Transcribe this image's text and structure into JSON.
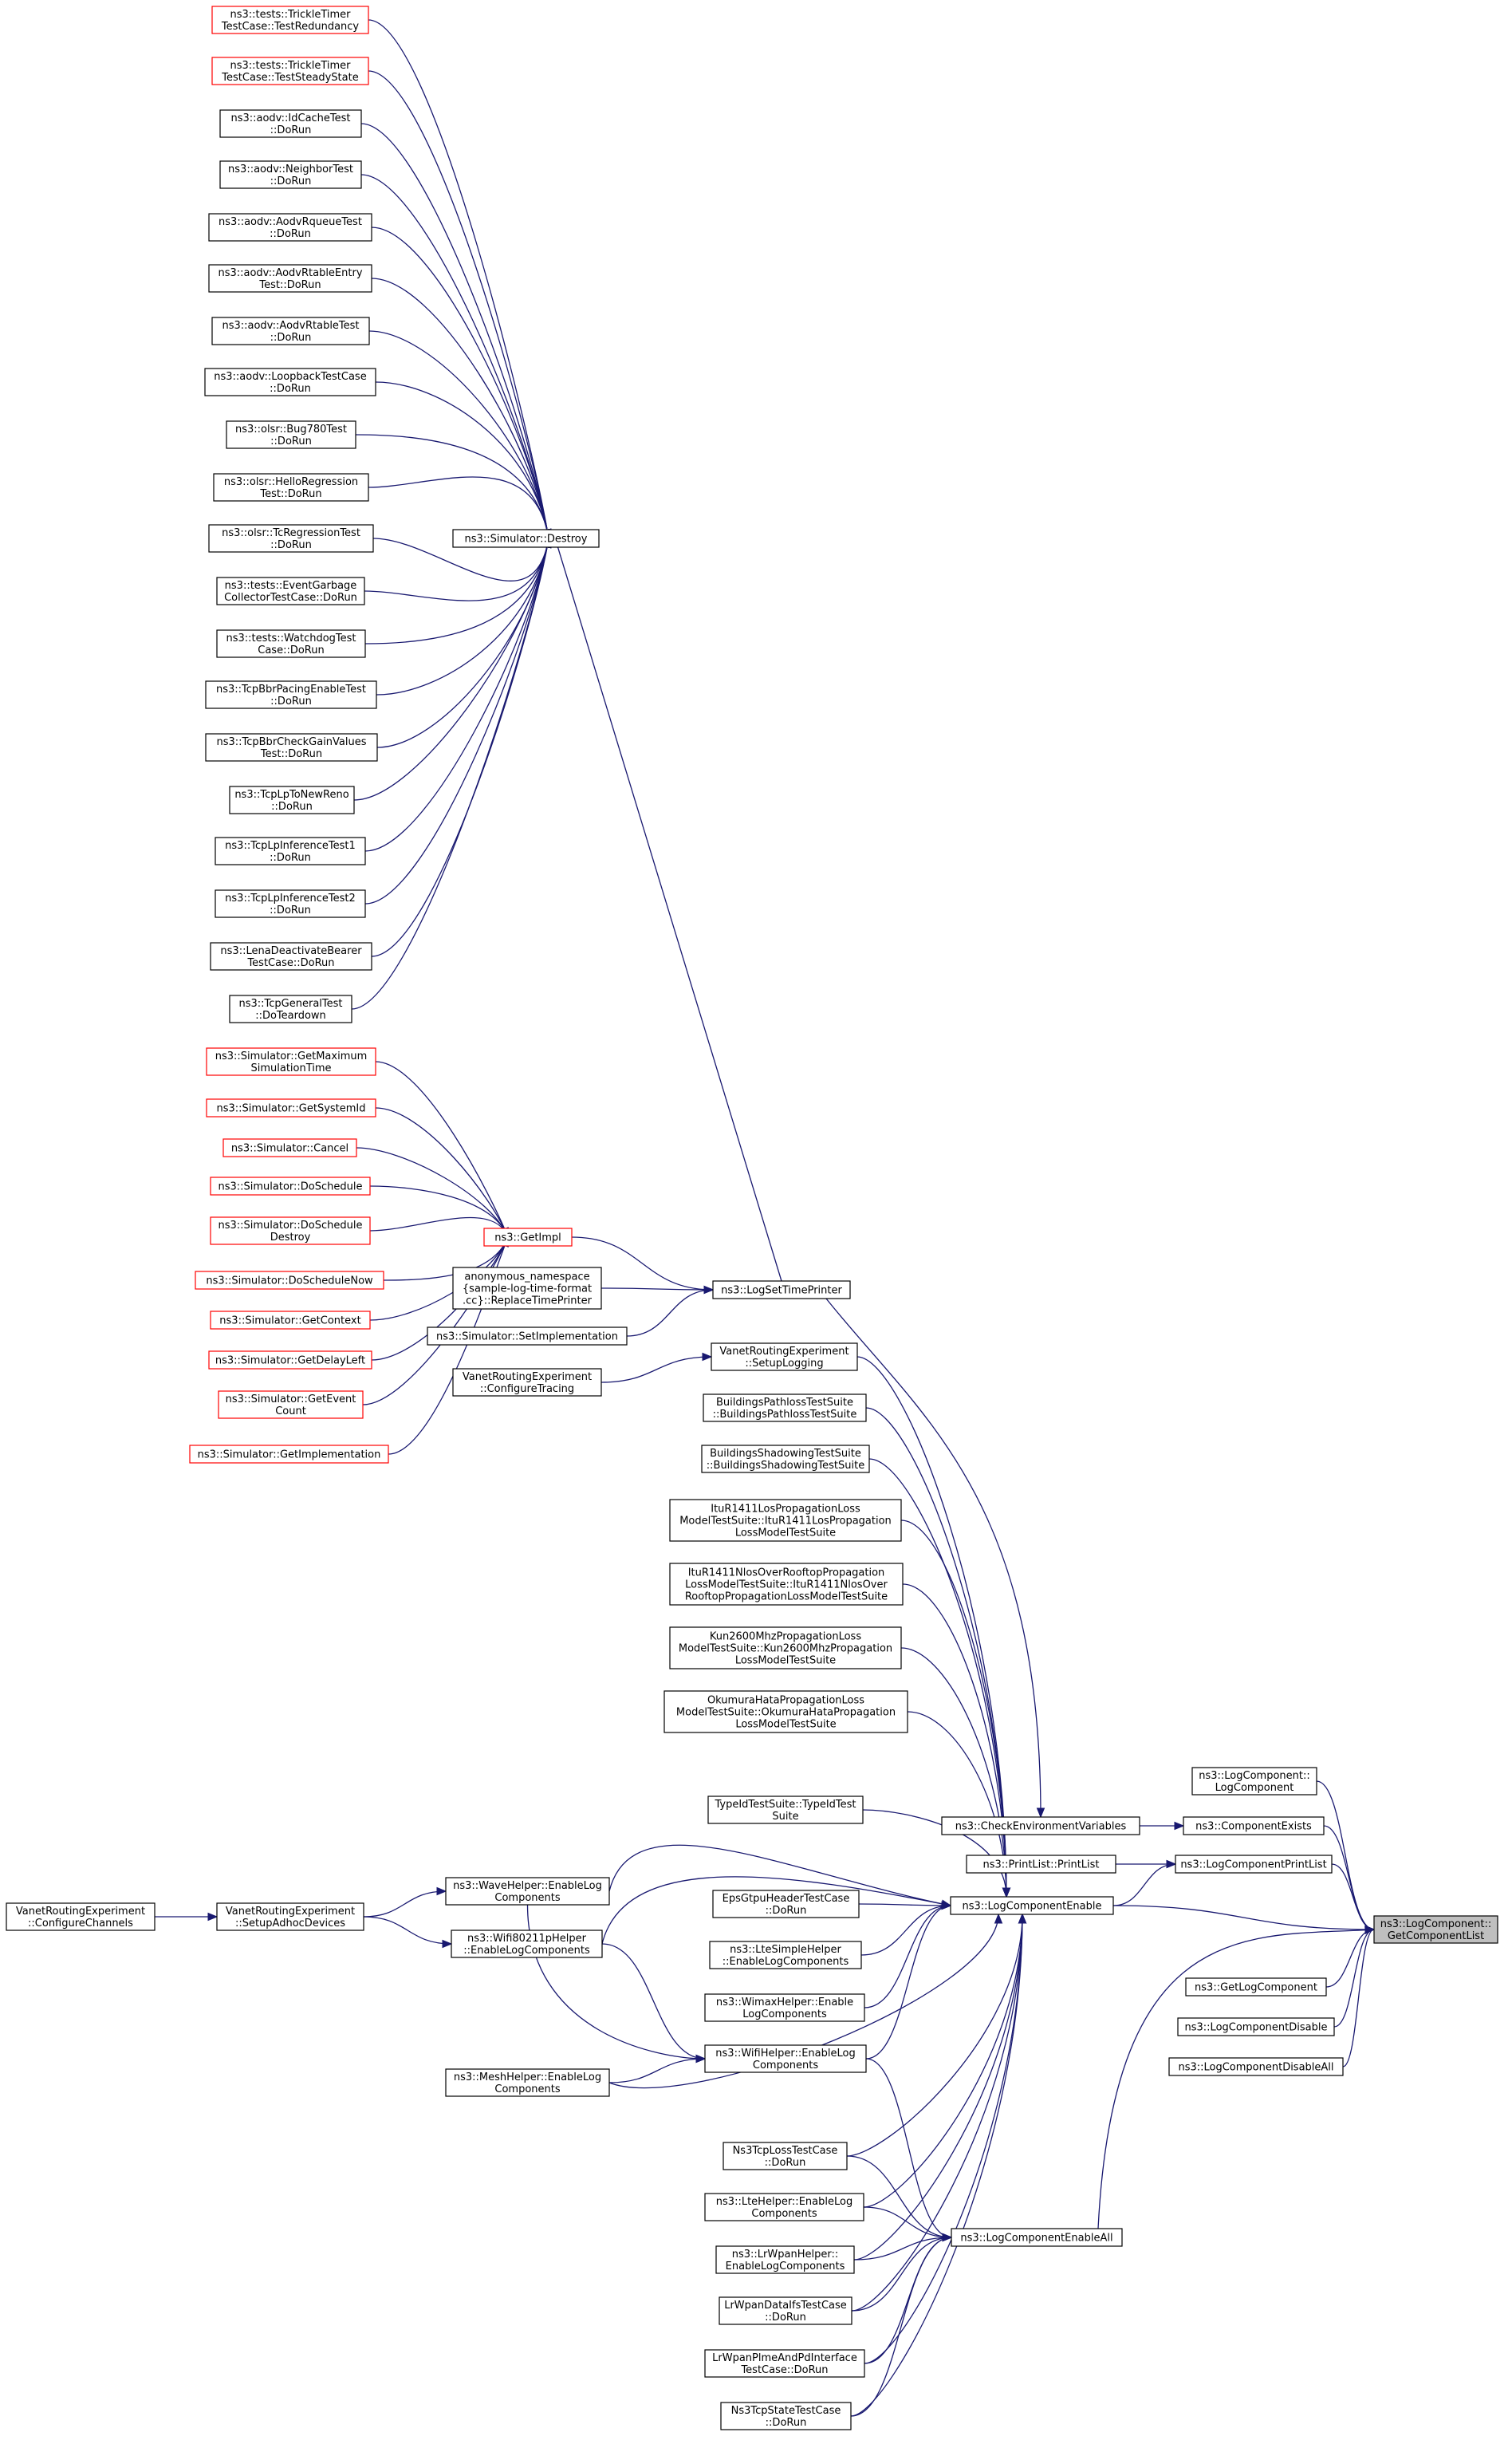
{
  "title": "ns3::LogComponent::GetComponentList",
  "colors": {
    "edge": "#191970",
    "node_border": "#000000",
    "truncated_node_border": "#ff0000",
    "target_fill": "#bfbfbf",
    "background": "#ffffff"
  },
  "nodes": [
    {
      "id": "target",
      "lines": [
        "ns3::LogComponent::",
        "GetComponentList"
      ]
    },
    {
      "id": "lc_ctor",
      "lines": [
        "ns3::LogComponent::",
        "LogComponent"
      ]
    },
    {
      "id": "comp_exists",
      "lines": [
        "ns3::ComponentExists"
      ]
    },
    {
      "id": "print_list_fn",
      "lines": [
        "ns3::LogComponentPrintList"
      ]
    },
    {
      "id": "lce",
      "lines": [
        "ns3::LogComponentEnable"
      ]
    },
    {
      "id": "get_lc",
      "lines": [
        "ns3::GetLogComponent"
      ]
    },
    {
      "id": "lcd",
      "lines": [
        "ns3::LogComponentDisable"
      ]
    },
    {
      "id": "lcda",
      "lines": [
        "ns3::LogComponentDisableAll"
      ]
    },
    {
      "id": "check_env",
      "lines": [
        "ns3::CheckEnvironmentVariables"
      ]
    },
    {
      "id": "printlist",
      "lines": [
        "ns3::PrintList::PrintList"
      ]
    },
    {
      "id": "lcea",
      "lines": [
        "ns3::LogComponentEnableAll"
      ]
    },
    {
      "id": "set_time_printer",
      "lines": [
        "ns3::LogSetTimePrinter"
      ]
    },
    {
      "id": "destroy",
      "lines": [
        "ns3::Simulator::Destroy"
      ]
    },
    {
      "id": "getimpl",
      "lines": [
        "ns3::GetImpl"
      ]
    },
    {
      "id": "anon_replace",
      "lines": [
        "anonymous_namespace",
        "{sample-log-time-format",
        ".cc}::ReplaceTimePrinter"
      ]
    },
    {
      "id": "sim_setimpl",
      "lines": [
        "ns3::Simulator::SetImplementation"
      ]
    },
    {
      "id": "t_redundancy",
      "lines": [
        "ns3::tests::TrickleTimer",
        "TestCase::TestRedundancy"
      ]
    },
    {
      "id": "t_steady",
      "lines": [
        "ns3::tests::TrickleTimer",
        "TestCase::TestSteadyState"
      ]
    },
    {
      "id": "aodv_idcache",
      "lines": [
        "ns3::aodv::IdCacheTest",
        "::DoRun"
      ]
    },
    {
      "id": "aodv_neighbor",
      "lines": [
        "ns3::aodv::NeighborTest",
        "::DoRun"
      ]
    },
    {
      "id": "aodv_rqueue",
      "lines": [
        "ns3::aodv::AodvRqueueTest",
        "::DoRun"
      ]
    },
    {
      "id": "aodv_rtentry",
      "lines": [
        "ns3::aodv::AodvRtableEntry",
        "Test::DoRun"
      ]
    },
    {
      "id": "aodv_rtable",
      "lines": [
        "ns3::aodv::AodvRtableTest",
        "::DoRun"
      ]
    },
    {
      "id": "aodv_loopback",
      "lines": [
        "ns3::aodv::LoopbackTestCase",
        "::DoRun"
      ]
    },
    {
      "id": "olsr_bug780",
      "lines": [
        "ns3::olsr::Bug780Test",
        "::DoRun"
      ]
    },
    {
      "id": "olsr_hello",
      "lines": [
        "ns3::olsr::HelloRegression",
        "Test::DoRun"
      ]
    },
    {
      "id": "olsr_tc",
      "lines": [
        "ns3::olsr::TcRegressionTest",
        "::DoRun"
      ]
    },
    {
      "id": "t_eventgc",
      "lines": [
        "ns3::tests::EventGarbage",
        "CollectorTestCase::DoRun"
      ]
    },
    {
      "id": "t_watchdog",
      "lines": [
        "ns3::tests::WatchdogTest",
        "Case::DoRun"
      ]
    },
    {
      "id": "tcpbbr_pacing",
      "lines": [
        "ns3::TcpBbrPacingEnableTest",
        "::DoRun"
      ]
    },
    {
      "id": "tcpbbr_gain",
      "lines": [
        "ns3::TcpBbrCheckGainValues",
        "Test::DoRun"
      ]
    },
    {
      "id": "tcplp_newreno",
      "lines": [
        "ns3::TcpLpToNewReno",
        "::DoRun"
      ]
    },
    {
      "id": "tcplp_inf1",
      "lines": [
        "ns3::TcpLpInferenceTest1",
        "::DoRun"
      ]
    },
    {
      "id": "tcplp_inf2",
      "lines": [
        "ns3::TcpLpInferenceTest2",
        "::DoRun"
      ]
    },
    {
      "id": "lena_deact",
      "lines": [
        "ns3::LenaDeactivateBearer",
        "TestCase::DoRun"
      ]
    },
    {
      "id": "tcp_general",
      "lines": [
        "ns3::TcpGeneralTest",
        "::DoTeardown"
      ]
    },
    {
      "id": "sim_getmax",
      "lines": [
        "ns3::Simulator::GetMaximum",
        "SimulationTime"
      ]
    },
    {
      "id": "sim_getsysid",
      "lines": [
        "ns3::Simulator::GetSystemId"
      ]
    },
    {
      "id": "sim_cancel",
      "lines": [
        "ns3::Simulator::Cancel"
      ]
    },
    {
      "id": "sim_dosched",
      "lines": [
        "ns3::Simulator::DoSchedule"
      ]
    },
    {
      "id": "sim_doscheddestroy",
      "lines": [
        "ns3::Simulator::DoSchedule",
        "Destroy"
      ]
    },
    {
      "id": "sim_doschednow",
      "lines": [
        "ns3::Simulator::DoScheduleNow"
      ]
    },
    {
      "id": "sim_getctx",
      "lines": [
        "ns3::Simulator::GetContext"
      ]
    },
    {
      "id": "sim_getdelay",
      "lines": [
        "ns3::Simulator::GetDelayLeft"
      ]
    },
    {
      "id": "sim_geteventcount",
      "lines": [
        "ns3::Simulator::GetEvent",
        "Count"
      ]
    },
    {
      "id": "sim_getimpl",
      "lines": [
        "ns3::Simulator::GetImplementation"
      ]
    },
    {
      "id": "vre_setuplog",
      "lines": [
        "VanetRoutingExperiment",
        "::SetupLogging"
      ]
    },
    {
      "id": "vre_configtracing",
      "lines": [
        "VanetRoutingExperiment",
        "::ConfigureTracing"
      ]
    },
    {
      "id": "bpl_suite",
      "lines": [
        "BuildingsPathlossTestSuite",
        "::BuildingsPathlossTestSuite"
      ]
    },
    {
      "id": "bsh_suite",
      "lines": [
        "BuildingsShadowingTestSuite",
        "::BuildingsShadowingTestSuite"
      ]
    },
    {
      "id": "itu_los",
      "lines": [
        "ItuR1411LosPropagationLoss",
        "ModelTestSuite::ItuR1411LosPropagation",
        "LossModelTestSuite"
      ]
    },
    {
      "id": "itu_nlos",
      "lines": [
        "ItuR1411NlosOverRooftopPropagation",
        "LossModelTestSuite::ItuR1411NlosOver",
        "RooftopPropagationLossModelTestSuite"
      ]
    },
    {
      "id": "kun",
      "lines": [
        "Kun2600MhzPropagationLoss",
        "ModelTestSuite::Kun2600MhzPropagation",
        "LossModelTestSuite"
      ]
    },
    {
      "id": "okumura",
      "lines": [
        "OkumuraHataPropagationLoss",
        "ModelTestSuite::OkumuraHataPropagation",
        "LossModelTestSuite"
      ]
    },
    {
      "id": "typeid_suite",
      "lines": [
        "TypeIdTestSuite::TypeIdTest",
        "Suite"
      ]
    },
    {
      "id": "wave_helper",
      "lines": [
        "ns3::WaveHelper::EnableLog",
        "Components"
      ]
    },
    {
      "id": "wifi80211p",
      "lines": [
        "ns3::Wifi80211pHelper",
        "::EnableLogComponents"
      ]
    },
    {
      "id": "vre_adhoc",
      "lines": [
        "VanetRoutingExperiment",
        "::SetupAdhocDevices"
      ]
    },
    {
      "id": "vre_channels",
      "lines": [
        "VanetRoutingExperiment",
        "::ConfigureChannels"
      ]
    },
    {
      "id": "eps_gtpu",
      "lines": [
        "EpsGtpuHeaderTestCase",
        "::DoRun"
      ]
    },
    {
      "id": "lte_simple",
      "lines": [
        "ns3::LteSimpleHelper",
        "::EnableLogComponents"
      ]
    },
    {
      "id": "wimax_helper",
      "lines": [
        "ns3::WimaxHelper::Enable",
        "LogComponents"
      ]
    },
    {
      "id": "wifi_helper",
      "lines": [
        "ns3::WifiHelper::EnableLog",
        "Components"
      ]
    },
    {
      "id": "mesh_helper",
      "lines": [
        "ns3::MeshHelper::EnableLog",
        "Components"
      ]
    },
    {
      "id": "ns3tcp_loss",
      "lines": [
        "Ns3TcpLossTestCase",
        "::DoRun"
      ]
    },
    {
      "id": "lte_helper",
      "lines": [
        "ns3::LteHelper::EnableLog",
        "Components"
      ]
    },
    {
      "id": "lrwpan_helper",
      "lines": [
        "ns3::LrWpanHelper::",
        "EnableLogComponents"
      ]
    },
    {
      "id": "lrwpan_dataifs",
      "lines": [
        "LrWpanDataIfsTestCase",
        "::DoRun"
      ]
    },
    {
      "id": "lrwpan_plme",
      "lines": [
        "LrWpanPlmeAndPdInterface",
        "TestCase::DoRun"
      ]
    },
    {
      "id": "ns3tcp_state",
      "lines": [
        "Ns3TcpStateTestCase",
        "::DoRun"
      ]
    }
  ]
}
